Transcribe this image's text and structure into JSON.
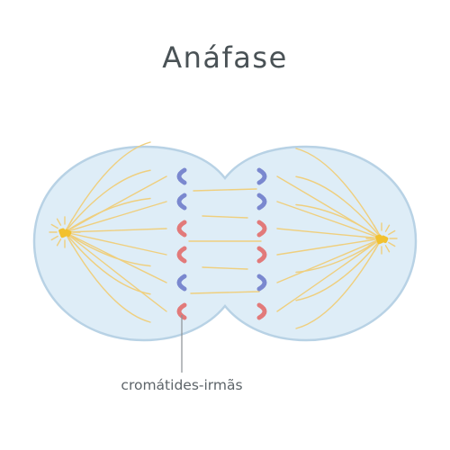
{
  "title": "Anáfase",
  "callout_label": "cromátides-irmãs",
  "colors": {
    "cell_fill": "#deedf7",
    "cell_stroke": "#b8d2e5",
    "spindle": "#efcf7e",
    "centrosome": "#f2c12e",
    "chromatid_blue": "#7a88cf",
    "chromatid_red": "#e27a7a",
    "leader_line": "#8a9094"
  },
  "left_chromatids": [
    "blue",
    "blue",
    "red",
    "red",
    "blue",
    "red"
  ],
  "right_chromatids": [
    "blue",
    "blue",
    "red",
    "red",
    "blue",
    "red"
  ]
}
